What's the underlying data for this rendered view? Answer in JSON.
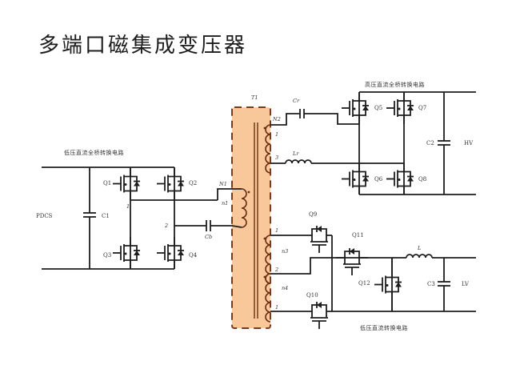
{
  "title": "多端口磁集成变压器",
  "colors": {
    "core_fill": "#f8c89a",
    "core_border": "#7a3a1c",
    "winding": "#6b2e14",
    "wire": "#1e1e1e",
    "text": "#1c1c1c"
  },
  "transformer": {
    "label": "T1",
    "windings": [
      {
        "name": "primary-left",
        "label": "n1",
        "tap_label": "N1"
      },
      {
        "name": "secondary-top",
        "labels": [
          "N2",
          "1",
          "3"
        ]
      },
      {
        "name": "secondary-bottom",
        "labels": [
          "1",
          "n3",
          "2",
          "n4",
          "1"
        ]
      }
    ]
  },
  "left_circuit": {
    "caption": "低压直流全桥转换电路",
    "source_label": "PDCS",
    "capacitor_label": "C1",
    "transistors": [
      "Q1",
      "Q2",
      "Q3",
      "Q4"
    ],
    "node_labels": [
      "1",
      "2"
    ],
    "series_cap_label": "Cb"
  },
  "top_right_circuit": {
    "caption": "高压直流全桥转换电路",
    "series_cap_label": "Cr",
    "inductor_label": "Lr",
    "capacitor_label": "C2",
    "output_label": "HV",
    "transistors": [
      "Q5",
      "Q7",
      "Q6",
      "Q8"
    ]
  },
  "bottom_right_circuit": {
    "caption": "低压直流转换电路",
    "switch_labels": [
      "Q9",
      "Q10",
      "Q11",
      "Q12"
    ],
    "inductor_label": "L",
    "capacitor_label": "C3",
    "output_label": "LV"
  }
}
